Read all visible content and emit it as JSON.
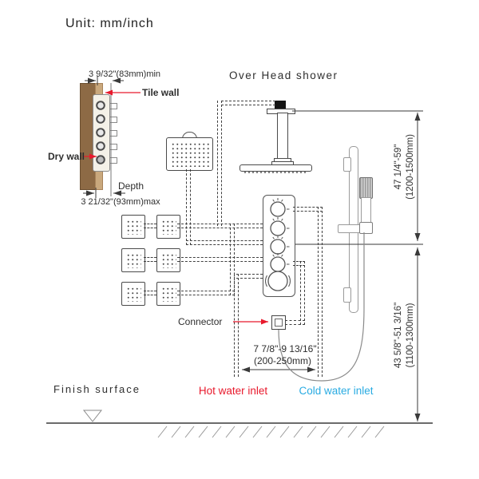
{
  "title": {
    "unit_label": "Unit: mm/inch"
  },
  "wall_detail": {
    "dim_min": "3 9/32\"(83mm)min",
    "dim_max": "3 21/32\"(93mm)max",
    "tile_wall_label": "Tile wall",
    "dry_wall_label": "Dry wall",
    "depth_label": "Depth"
  },
  "labels": {
    "overhead_shower": "Over Head shower",
    "connector": "Connector",
    "hot_inlet": "Hot water inlet",
    "cold_inlet": "Cold water inlet",
    "finish_surface": "Finish surface"
  },
  "dimensions": {
    "inlet_spacing_line1": "7 7/8\"-9 13/16\"",
    "inlet_spacing_line2": "(200-250mm)",
    "upper_height_line1": "47 1/4\"-59\"",
    "upper_height_line2": "(1200-1500mm)",
    "lower_height_line1": "43 5/8\"-51 3/16\"",
    "lower_height_line2": "(1100-1300mm)"
  },
  "colors": {
    "hot_inlet_text": "#e8192c",
    "cold_inlet_text": "#29abe2",
    "leader_arrow": "#e8192c",
    "wall_brown": "#8d6a45",
    "wall_tan": "#c9a87d",
    "line_dark": "#3f3f3f"
  }
}
